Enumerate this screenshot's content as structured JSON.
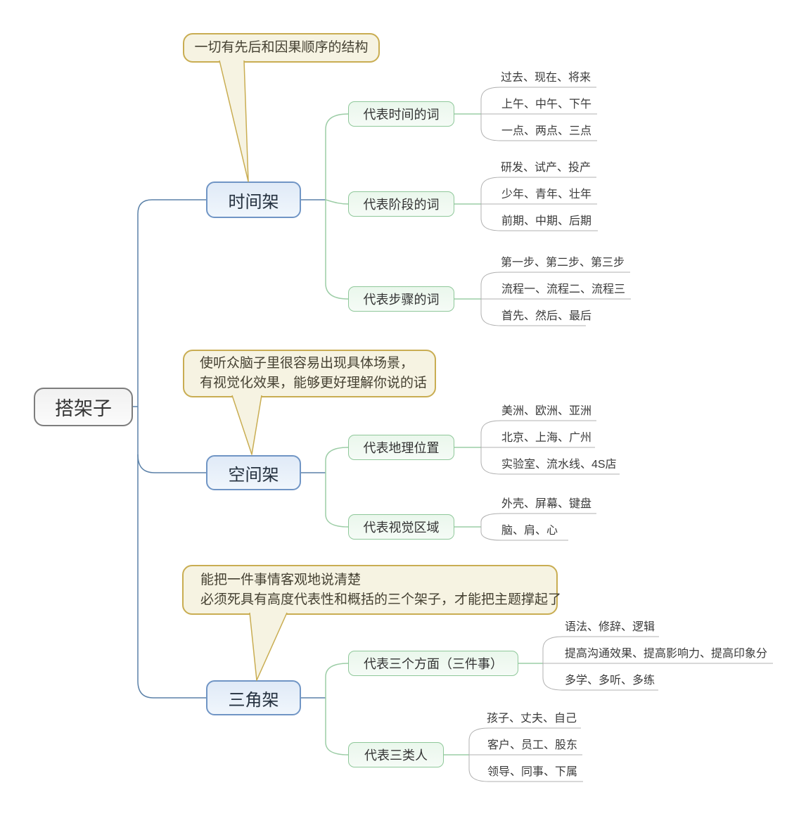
{
  "root": {
    "label": "搭架子"
  },
  "branches": [
    {
      "label": "时间架",
      "note": {
        "lines": [
          "一切有先后和因果顺序的结构"
        ]
      },
      "children": [
        {
          "label": "代表时间的词",
          "leaves": [
            "过去、现在、将来",
            "上午、中午、下午",
            "一点、两点、三点"
          ]
        },
        {
          "label": "代表阶段的词",
          "leaves": [
            "研发、试产、投产",
            "少年、青年、壮年",
            "前期、中期、后期"
          ]
        },
        {
          "label": "代表步骤的词",
          "leaves": [
            "第一步、第二步、第三步",
            "流程一、流程二、流程三",
            "首先、然后、最后"
          ]
        }
      ]
    },
    {
      "label": "空间架",
      "note": {
        "lines": [
          "使听众脑子里很容易出现具体场景，",
          "有视觉化效果，能够更好理解你说的话"
        ]
      },
      "children": [
        {
          "label": "代表地理位置",
          "leaves": [
            "美洲、欧洲、亚洲",
            "北京、上海、广州",
            "实验室、流水线、4S店"
          ]
        },
        {
          "label": "代表视觉区域",
          "leaves": [
            "外壳、屏幕、键盘",
            "脑、肩、心"
          ]
        }
      ]
    },
    {
      "label": "三角架",
      "note": {
        "lines": [
          "能把一件事情客观地说清楚",
          "必须死具有高度代表性和概括的三个架子，才能把主题撑起了"
        ]
      },
      "children": [
        {
          "label": "代表三个方面（三件事）",
          "leaves": [
            "语法、修辞、逻辑",
            "提高沟通效果、提高影响力、提高印象分",
            "多学、多听、多练"
          ]
        },
        {
          "label": "代表三类人",
          "leaves": [
            "孩子、丈夫、自己",
            "客户、员工、股东",
            "领导、同事、下属"
          ]
        }
      ]
    }
  ],
  "colors": {
    "branch_line": "#5b81a8",
    "child_line": "#9ccda6",
    "leaf_line": "#b0b0b0",
    "callout_border": "#c9ad52",
    "callout_fill": "#f6f3e2",
    "branch_border": "#7095c5",
    "child_border": "#8fc89a"
  }
}
